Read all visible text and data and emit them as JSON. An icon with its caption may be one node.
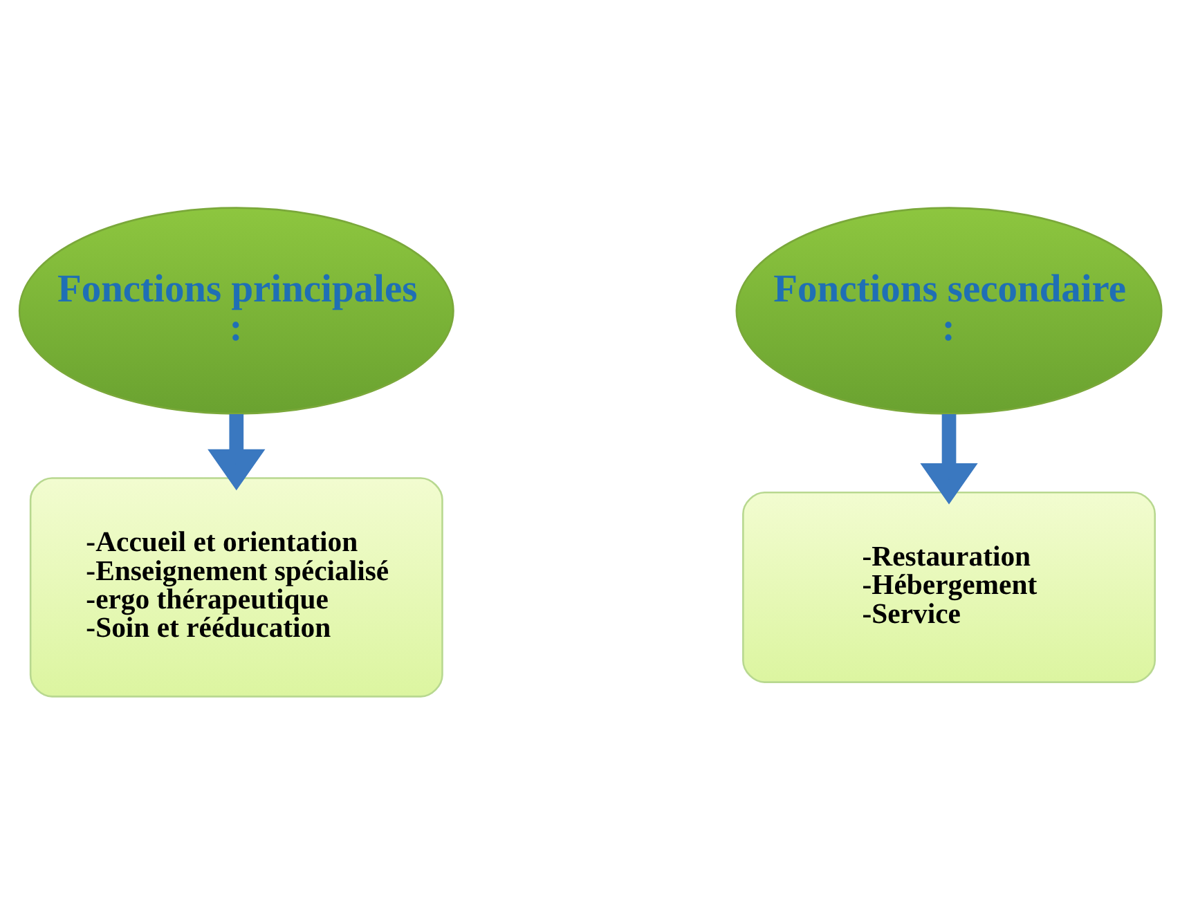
{
  "diagram": {
    "nodes": [
      {
        "text": [
          "Fonctions principales :"
        ]
      },
      {
        "text": [
          "-Accueil et orientation",
          "-Enseignement spécialisé",
          "-ergo thérapeutique",
          "-Soin et rééducation"
        ]
      },
      {
        "text": [
          "Fonctions secondaire :"
        ]
      },
      {
        "text": [
          "-Restauration",
          "-Hébergement",
          "-Service"
        ]
      }
    ],
    "edges": [
      {
        "from": 0,
        "to": 1,
        "arrow": "to"
      },
      {
        "from": 2,
        "to": 3,
        "arrow": "to"
      }
    ]
  }
}
